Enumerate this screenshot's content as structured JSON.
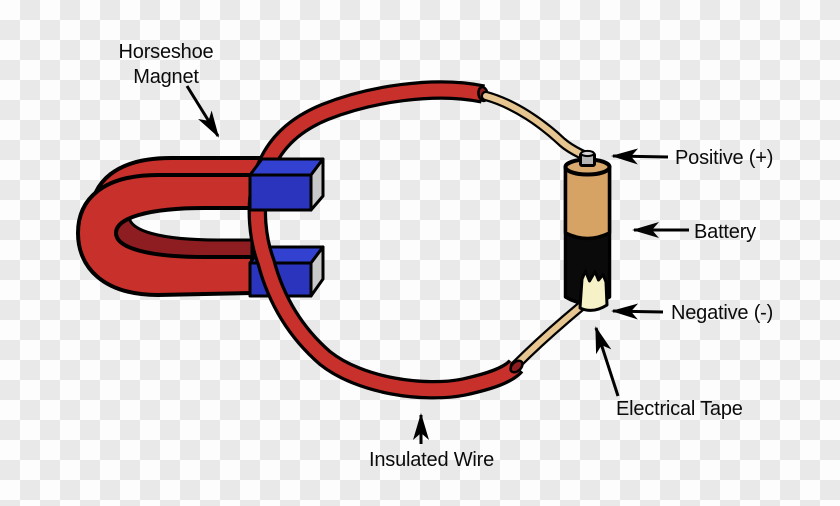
{
  "diagram": {
    "labels": {
      "magnet_line1": "Horseshoe",
      "magnet_line2": "Magnet",
      "positive": "Positive (+)",
      "battery": "Battery",
      "negative": "Negative (-)",
      "tape": "Electrical Tape",
      "wire": "Insulated Wire"
    },
    "colors": {
      "magnet_red": "#c7302b",
      "magnet_shadow_red": "#8e1d21",
      "pole_blue_front": "#2a34bd",
      "pole_blue_top": "#3341d1",
      "pole_end_gray": "#c9c9c9",
      "wire_red": "#c7302b",
      "wire_end_dark_red": "#8e1d21",
      "bare_wire_tan": "#e6c590",
      "battery_black": "#0a0a0a",
      "battery_tan": "#d6a365",
      "battery_top_tan": "#d9a96e",
      "terminal_gray": "#b5b5b5",
      "terminal_gray_light": "#d4d4d4",
      "tape_cream": "#f6f1c6",
      "checker_light": "#fdfdfd",
      "checker_dark": "#e9e9e9",
      "outline": "#000000"
    }
  }
}
